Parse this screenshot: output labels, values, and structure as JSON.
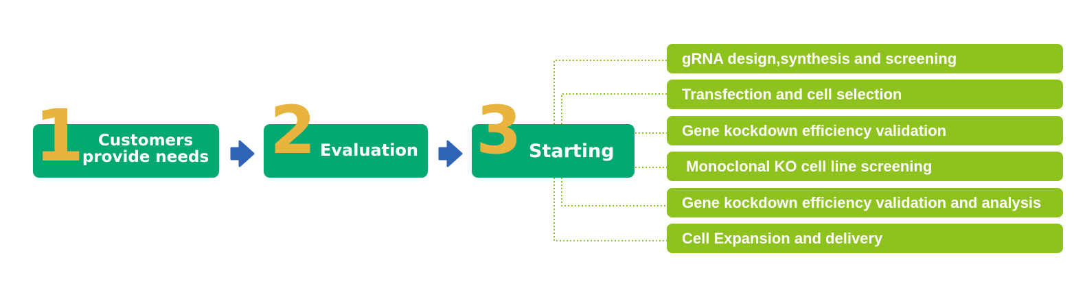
{
  "steps": [
    {
      "number": "1",
      "label_line1": "Customers",
      "label_line2": "provide needs"
    },
    {
      "number": "2",
      "label": "Evaluation"
    },
    {
      "number": "3",
      "label": "Starting"
    }
  ],
  "tasks": [
    "gRNA design,synthesis and screening",
    "Transfection and cell selection",
    "Gene kockdown efficiency validation",
    " Monoclonal KO cell line screening",
    "Gene kockdown efficiency validation and analysis",
    "Cell Expansion and delivery"
  ],
  "colors": {
    "step_box": "#03a873",
    "step_number": "#e8b43d",
    "task_box": "#8ec21f",
    "arrow": "#2f63b6",
    "connector": "#8ec21f"
  },
  "icons": {
    "arrow": "right-arrow-icon"
  }
}
